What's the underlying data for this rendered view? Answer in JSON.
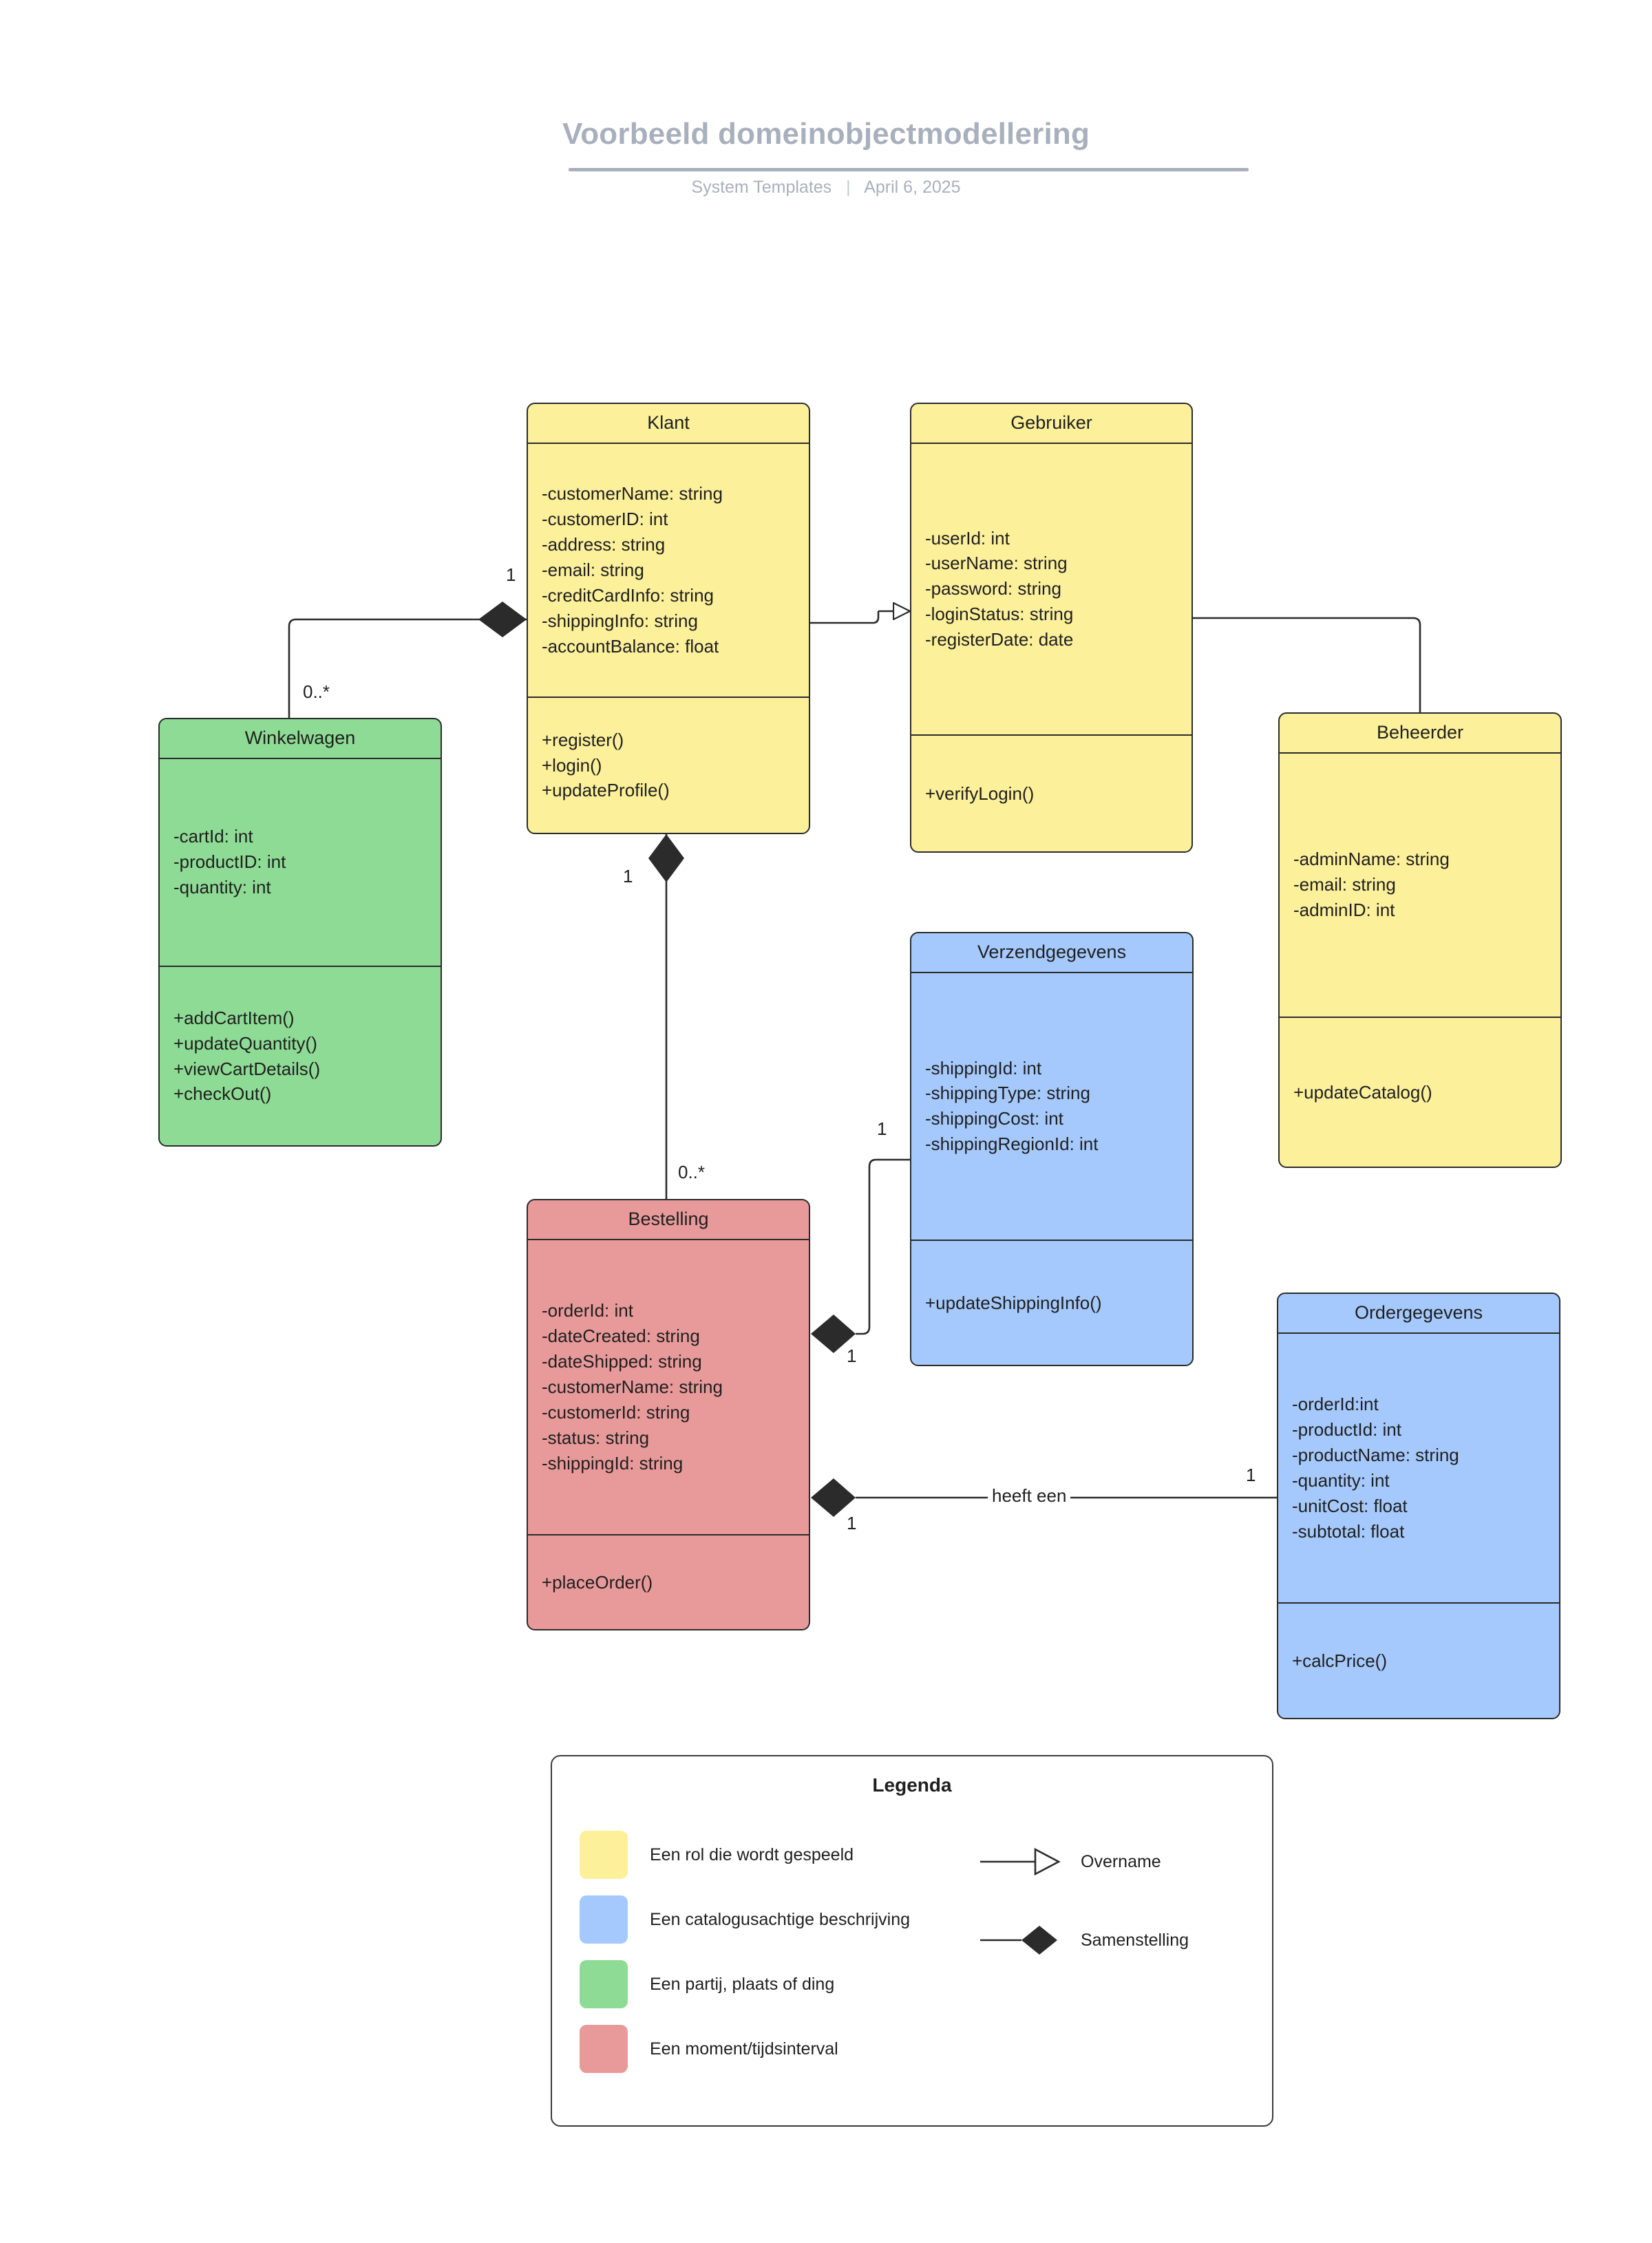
{
  "header": {
    "title": "Voorbeeld domeinobjectmodellering",
    "source": "System Templates",
    "separator": "|",
    "date": "April 6, 2025"
  },
  "colors": {
    "yellow": "#fcf09b",
    "blue": "#a5c9fd",
    "green": "#8edb95",
    "red": "#e89a9a",
    "stroke": "#2b2b2b",
    "header_gray": "#a9b0bd"
  },
  "classes": [
    {
      "id": "klant",
      "name": "Klant",
      "color": "yellow",
      "attributes": [
        "-customerName: string",
        "-customerID: int",
        "-address: string",
        "-email: string",
        "-creditCardInfo: string",
        "-shippingInfo: string",
        "-accountBalance: float"
      ],
      "operations": [
        "+register()",
        "+login()",
        "+updateProfile()"
      ]
    },
    {
      "id": "gebruiker",
      "name": "Gebruiker",
      "color": "yellow",
      "attributes": [
        "-userId: int",
        "-userName: string",
        "-password: string",
        "-loginStatus: string",
        "-registerDate: date"
      ],
      "operations": [
        "+verifyLogin()"
      ]
    },
    {
      "id": "winkelwagen",
      "name": "Winkelwagen",
      "color": "green",
      "attributes": [
        "-cartId: int",
        "-productID: int",
        "-quantity: int"
      ],
      "operations": [
        "+addCartItem()",
        "+updateQuantity()",
        "+viewCartDetails()",
        "+checkOut()"
      ]
    },
    {
      "id": "beheerder",
      "name": "Beheerder",
      "color": "yellow",
      "attributes": [
        "-adminName: string",
        "-email: string",
        "-adminID: int"
      ],
      "operations": [
        "+updateCatalog()"
      ]
    },
    {
      "id": "verzendgegevens",
      "name": "Verzendgegevens",
      "color": "blue",
      "attributes": [
        "-shippingId: int",
        "-shippingType: string",
        "-shippingCost: int",
        "-shippingRegionId: int"
      ],
      "operations": [
        "+updateShippingInfo()"
      ]
    },
    {
      "id": "bestelling",
      "name": "Bestelling",
      "color": "red",
      "attributes": [
        "-orderId: int",
        "-dateCreated: string",
        "-dateShipped: string",
        "-customerName: string",
        "-customerId: string",
        "-status: string",
        "-shippingId: string"
      ],
      "operations": [
        "+placeOrder()"
      ]
    },
    {
      "id": "ordergegevens",
      "name": "Ordergegevens",
      "color": "blue",
      "attributes": [
        "-orderId:int",
        "-productId: int",
        "-productName: string",
        "-quantity: int",
        "-unitCost: float",
        "-subtotal: float"
      ],
      "operations": [
        "+calcPrice()"
      ]
    }
  ],
  "relationships": [
    {
      "id": "klant-winkelwagen",
      "type": "composition",
      "from": "klant",
      "to": "winkelwagen",
      "from_mult": "1",
      "to_mult": "0..*",
      "label": ""
    },
    {
      "id": "klant-gebruiker",
      "type": "generalization",
      "from": "klant",
      "to": "gebruiker",
      "from_mult": "",
      "to_mult": "",
      "label": ""
    },
    {
      "id": "beheerder-gebruiker",
      "type": "generalization",
      "from": "beheerder",
      "to": "gebruiker",
      "from_mult": "",
      "to_mult": "",
      "label": ""
    },
    {
      "id": "klant-bestelling",
      "type": "composition",
      "from": "klant",
      "to": "bestelling",
      "from_mult": "1",
      "to_mult": "0..*",
      "label": ""
    },
    {
      "id": "bestelling-verzendgegevens",
      "type": "composition",
      "from": "bestelling",
      "to": "verzendgegevens",
      "from_mult": "1",
      "to_mult": "1",
      "label": ""
    },
    {
      "id": "bestelling-ordergegevens",
      "type": "composition",
      "from": "bestelling",
      "to": "ordergegevens",
      "from_mult": "1",
      "to_mult": "1",
      "label": "heeft een"
    }
  ],
  "legend": {
    "title": "Legenda",
    "swatches": [
      {
        "color": "yellow",
        "text": "Een rol die wordt gespeeld"
      },
      {
        "color": "blue",
        "text": "Een catalogusachtige beschrijving"
      },
      {
        "color": "green",
        "text": "Een partij, plaats of ding"
      },
      {
        "color": "red",
        "text": "Een moment/tijdsinterval"
      }
    ],
    "symbols": [
      {
        "icon": "generalization-arrow-icon",
        "text": "Overname"
      },
      {
        "icon": "composition-diamond-icon",
        "text": "Samenstelling"
      }
    ]
  }
}
